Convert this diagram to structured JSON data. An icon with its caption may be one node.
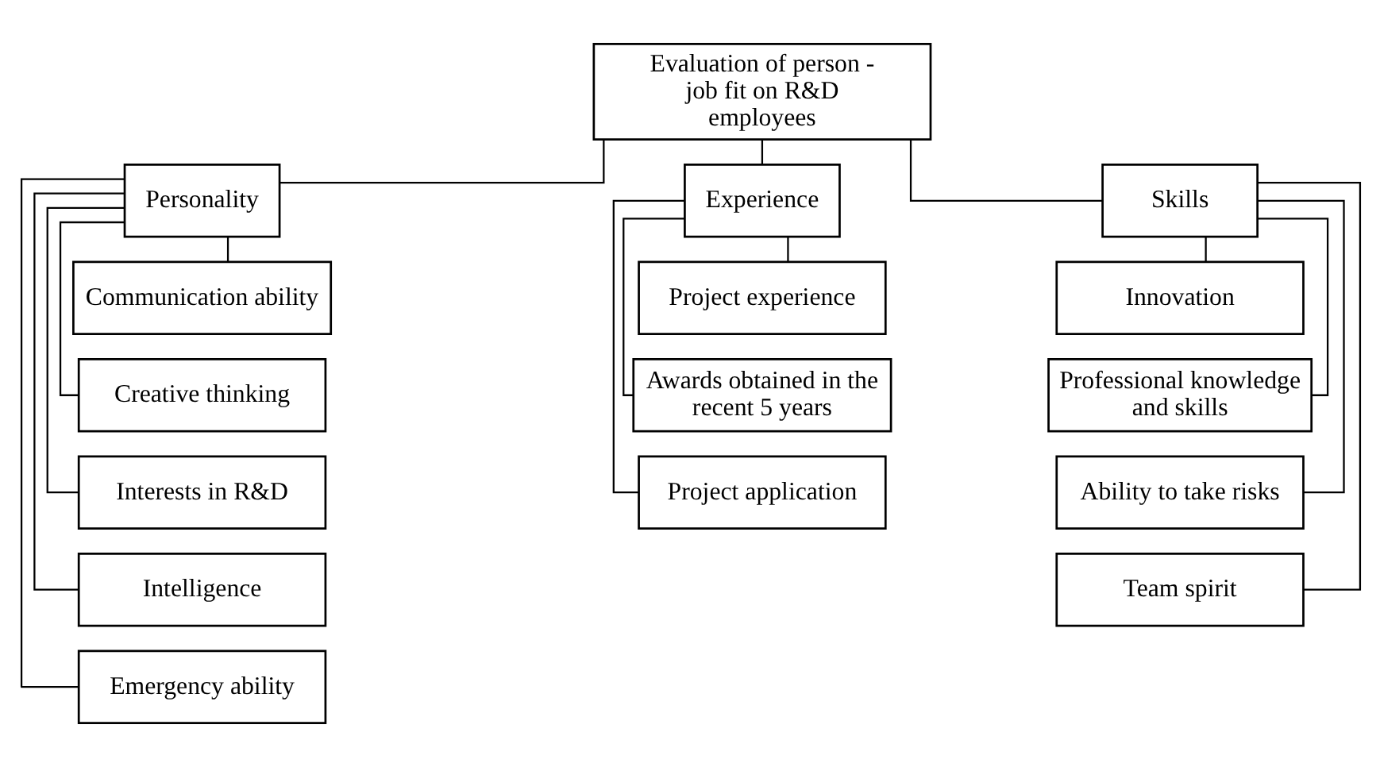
{
  "diagram": {
    "nodes": [
      {
        "text": [
          "Evaluation of person - job fit on R&D employees"
        ]
      },
      {
        "text": [
          "Personality"
        ]
      },
      {
        "text": [
          "Experience"
        ]
      },
      {
        "text": [
          "Skills"
        ]
      },
      {
        "text": [
          "Communication ability"
        ]
      },
      {
        "text": [
          "Creative thinking"
        ]
      },
      {
        "text": [
          "Interests in R&D"
        ]
      },
      {
        "text": [
          "Intelligence"
        ]
      },
      {
        "text": [
          "Emergency ability"
        ]
      },
      {
        "text": [
          "Project experience"
        ]
      },
      {
        "text": [
          "Awards obtained in the recent 5 years"
        ]
      },
      {
        "text": [
          "Project application"
        ]
      },
      {
        "text": [
          "Innovation"
        ]
      },
      {
        "text": [
          "Professional knowledge and skills"
        ]
      },
      {
        "text": [
          "Ability to take risks"
        ]
      },
      {
        "text": [
          "Team spirit"
        ]
      }
    ],
    "edges": [
      {
        "from": 0,
        "to": 1,
        "arrow": "none"
      },
      {
        "from": 0,
        "to": 2,
        "arrow": "none"
      },
      {
        "from": 0,
        "to": 3,
        "arrow": "none"
      },
      {
        "from": 1,
        "to": 4,
        "arrow": "none"
      },
      {
        "from": 1,
        "to": 5,
        "arrow": "none"
      },
      {
        "from": 1,
        "to": 6,
        "arrow": "none"
      },
      {
        "from": 1,
        "to": 7,
        "arrow": "none"
      },
      {
        "from": 1,
        "to": 8,
        "arrow": "none"
      },
      {
        "from": 2,
        "to": 9,
        "arrow": "none"
      },
      {
        "from": 2,
        "to": 10,
        "arrow": "none"
      },
      {
        "from": 2,
        "to": 11,
        "arrow": "none"
      },
      {
        "from": 3,
        "to": 12,
        "arrow": "none"
      },
      {
        "from": 3,
        "to": 13,
        "arrow": "none"
      },
      {
        "from": 3,
        "to": 14,
        "arrow": "none"
      },
      {
        "from": 3,
        "to": 15,
        "arrow": "none"
      }
    ]
  }
}
